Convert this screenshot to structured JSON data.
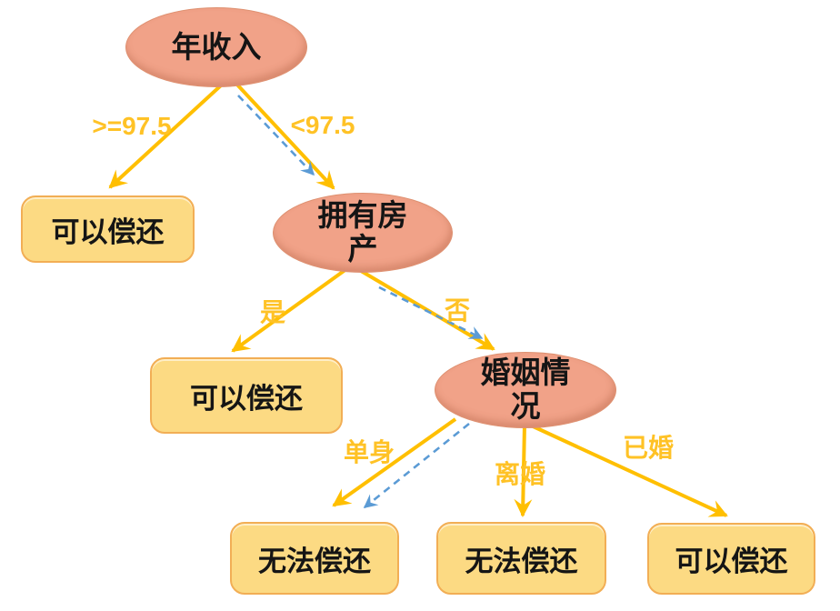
{
  "colors": {
    "node_fill": "#F1A288",
    "node_border": "#DE9070",
    "leaf_fill": "#FCDA83",
    "leaf_border": "#F2AE55",
    "arrow": "#FFBF00",
    "edge_label": "#FFC226",
    "dashed_arrow": "#5B9BD5",
    "node_text": "#151515"
  },
  "tree": {
    "root": {
      "label": "年收入"
    },
    "nodes": {
      "property": {
        "label": "拥有房\n产"
      },
      "marital": {
        "label": "婚姻情\n况"
      }
    },
    "leaves": {
      "repay1": {
        "label": "可以偿还"
      },
      "repay2": {
        "label": "可以偿还"
      },
      "norepay1": {
        "label": "无法偿还"
      },
      "norepay2": {
        "label": "无法偿还"
      },
      "repay3": {
        "label": "可以偿还"
      }
    },
    "edge_labels": {
      "ge975": ">=97.5",
      "lt975": "<97.5",
      "yes": "是",
      "no": "否",
      "single": "单身",
      "divorced": "离婚",
      "married": "已婚"
    }
  }
}
